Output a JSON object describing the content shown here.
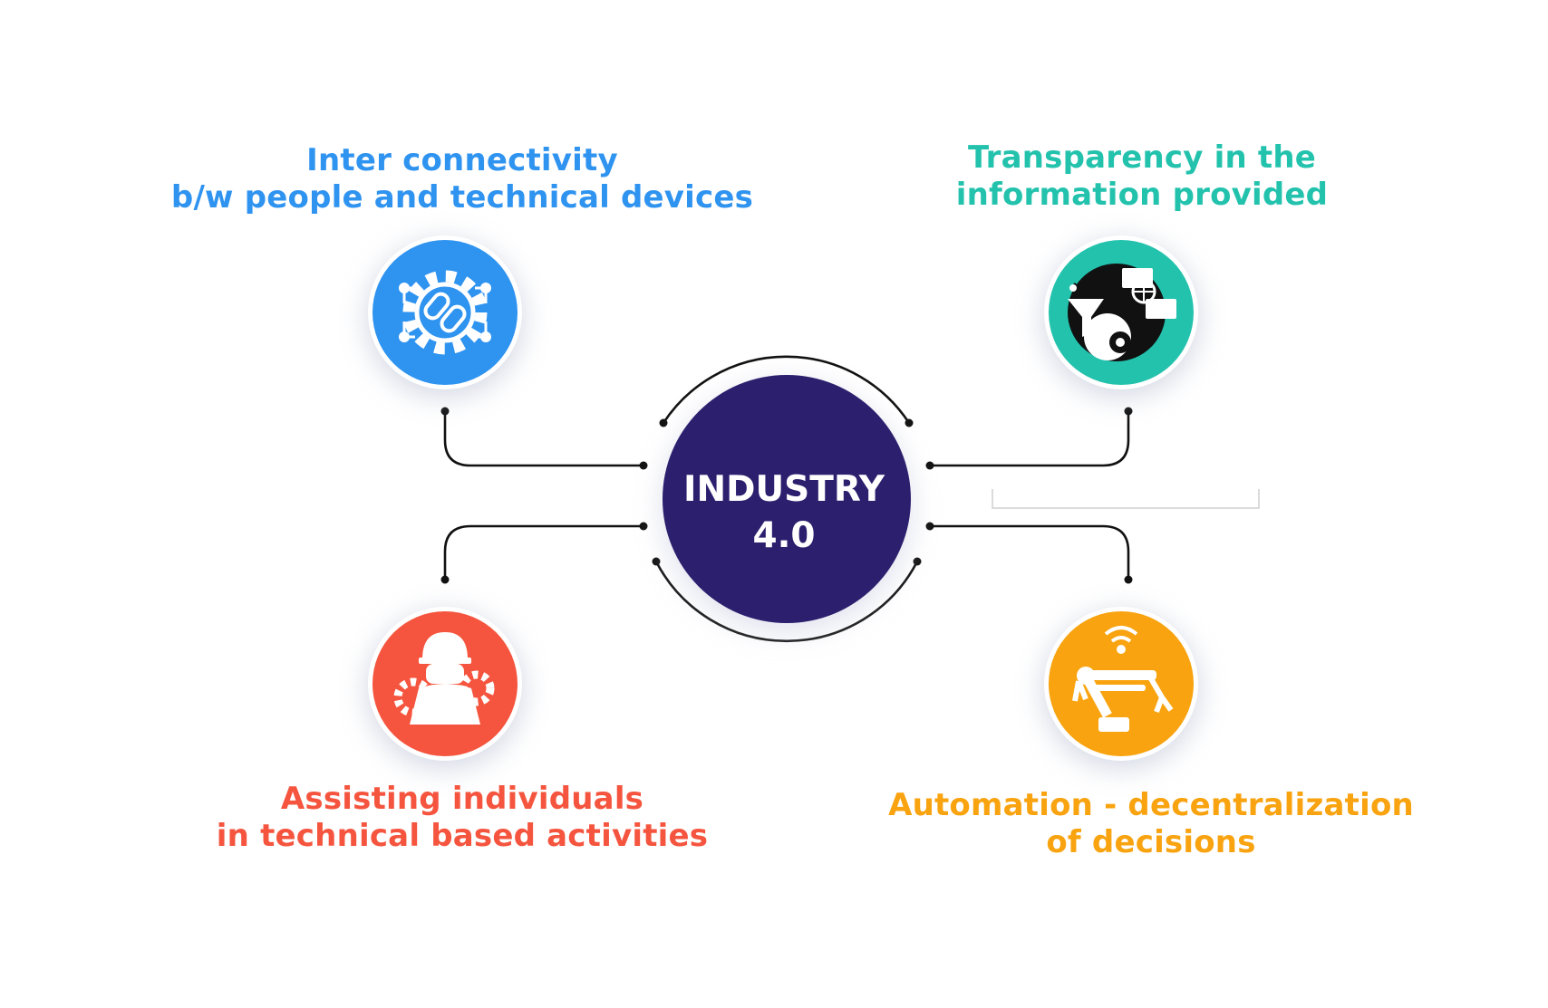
{
  "center": {
    "line1": "INDUSTRY",
    "line2": "4.0",
    "color": "#2b1f6e"
  },
  "features": [
    {
      "id": "interconnectivity",
      "lines": [
        "Inter connectivity",
        "b/w people and technical devices"
      ],
      "color": "#2f93f0",
      "icon": "gear-link-icon"
    },
    {
      "id": "transparency",
      "lines": [
        "Transparency in the",
        "information provided"
      ],
      "color": "#23c2ad",
      "icon": "information-network-icon"
    },
    {
      "id": "assisting",
      "lines": [
        "Assisting individuals",
        "in technical based activities"
      ],
      "color": "#f5553e",
      "icon": "worker-gears-icon"
    },
    {
      "id": "automation",
      "lines": [
        "Automation - decentralization",
        "of decisions"
      ],
      "color": "#f8a30f",
      "icon": "robot-arm-icon"
    }
  ]
}
